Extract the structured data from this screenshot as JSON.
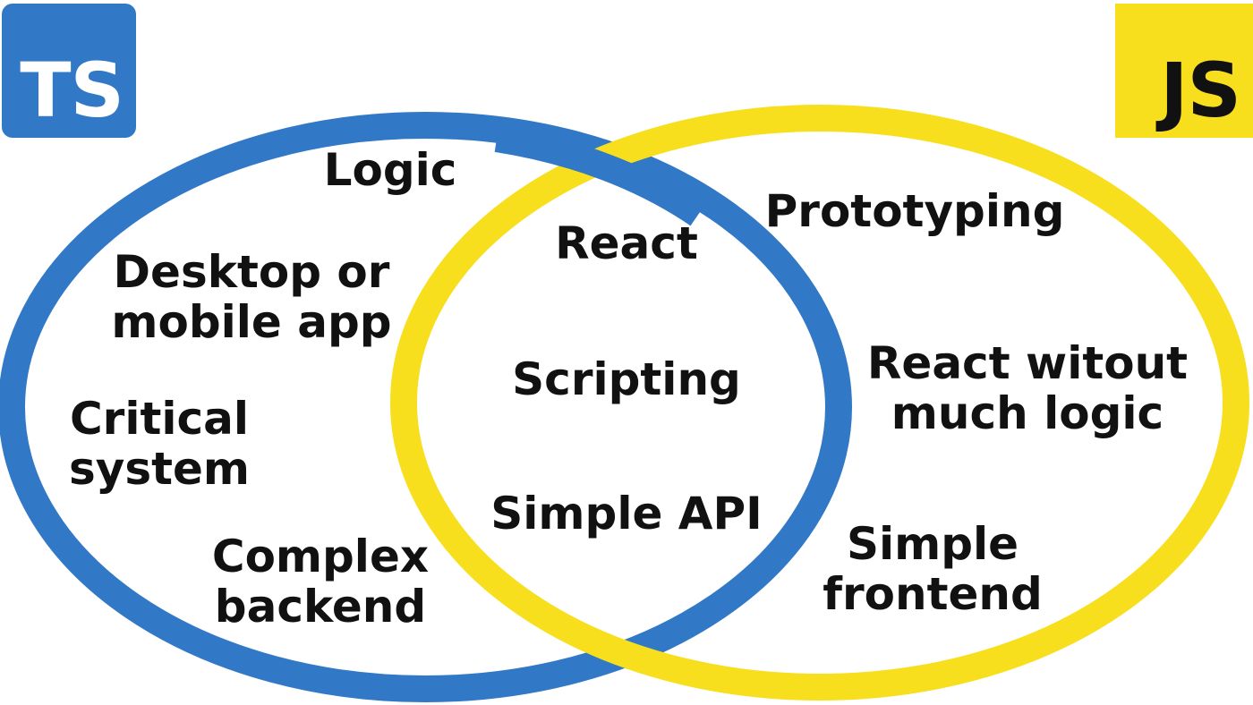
{
  "colors": {
    "typescript": "#3178c6",
    "javascript": "#f7df1e",
    "text": "#111111",
    "background": "#ffffff"
  },
  "badges": {
    "ts": "TS",
    "js": "JS"
  },
  "typescript_only": [
    {
      "lines": [
        "Logic"
      ]
    },
    {
      "lines": [
        "Desktop or",
        "mobile app"
      ]
    },
    {
      "lines": [
        "Critical",
        "system"
      ]
    },
    {
      "lines": [
        "Complex",
        "backend"
      ]
    }
  ],
  "both": [
    {
      "lines": [
        "React"
      ]
    },
    {
      "lines": [
        "Scripting"
      ]
    },
    {
      "lines": [
        "Simple API"
      ]
    }
  ],
  "javascript_only": [
    {
      "lines": [
        "Prototyping"
      ]
    },
    {
      "lines": [
        "React witout",
        "much logic"
      ]
    },
    {
      "lines": [
        "Simple",
        "frontend"
      ]
    }
  ]
}
